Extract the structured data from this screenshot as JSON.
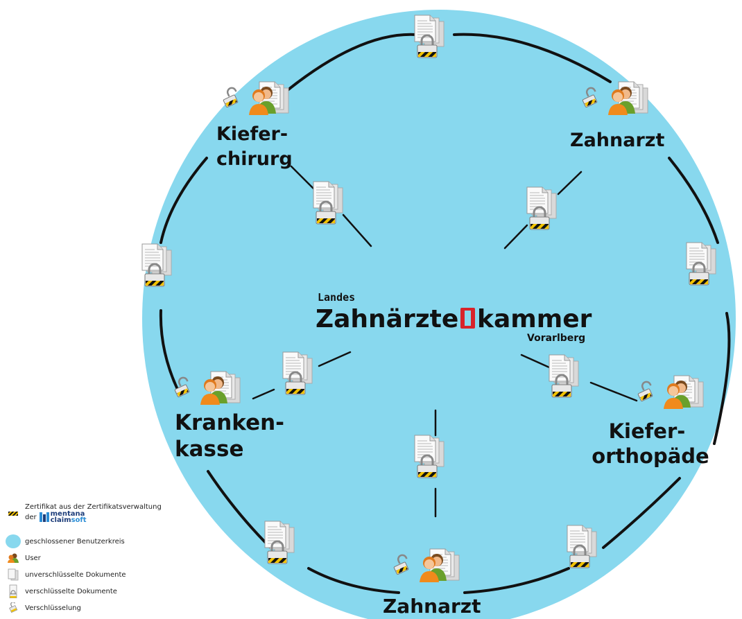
{
  "diagram": {
    "nodes": {
      "kieferchirurg": [
        "Kiefer-",
        "chirurg"
      ],
      "zahnarzt_top": [
        "Zahnarzt"
      ],
      "krankenkasse": [
        "Kranken-",
        "kasse"
      ],
      "kieferorthopaede": [
        "Kiefer-",
        "orthopäde"
      ],
      "zahnarzt_bottom": [
        "Zahnarzt"
      ]
    },
    "center_brand": {
      "top": "Landes",
      "main_left": "Zahnärzte",
      "main_right": "kammer",
      "sub": "Vorarlberg"
    },
    "colors": {
      "circle_fill": "#88d8ee",
      "ring_stroke": "#111111",
      "brand_red": "#d8232a"
    }
  },
  "legend": {
    "certificate_line1": "Zertifikat aus der Zertifikatsverwaltung",
    "certificate_line2": "der",
    "certificate_brand_1": "mentana",
    "certificate_brand_2a": "claim",
    "certificate_brand_2b": "soft",
    "closed_group": "geschlossener Benutzerkreis",
    "user": "User",
    "unencrypted": "unverschlüsselte Dokumente",
    "encrypted": "verschlüsselte Dokumente",
    "encryption": "Verschlüsselung"
  }
}
